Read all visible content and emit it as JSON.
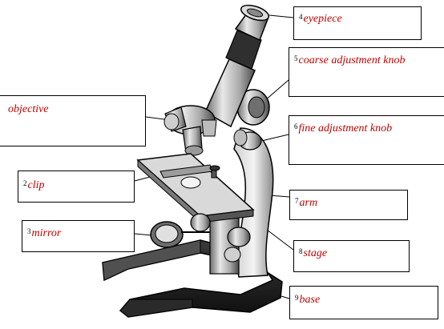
{
  "labels": {
    "objective": {
      "number": "",
      "text": "objective"
    },
    "clip": {
      "number": "2",
      "text": "clip"
    },
    "mirror": {
      "number": "3",
      "text": "mirror"
    },
    "eyepiece": {
      "number": "4",
      "text": "eyepiece"
    },
    "coarse": {
      "number": "5",
      "text": "coarse adjustment knob"
    },
    "fine": {
      "number": "6",
      "text": "fine adjustment knob"
    },
    "arm": {
      "number": "7",
      "text": "arm"
    },
    "stage": {
      "number": "8",
      "text": "stage"
    },
    "base": {
      "number": "9",
      "text": "base"
    }
  },
  "colors": {
    "label_text": "#c00000",
    "line": "#000000"
  }
}
